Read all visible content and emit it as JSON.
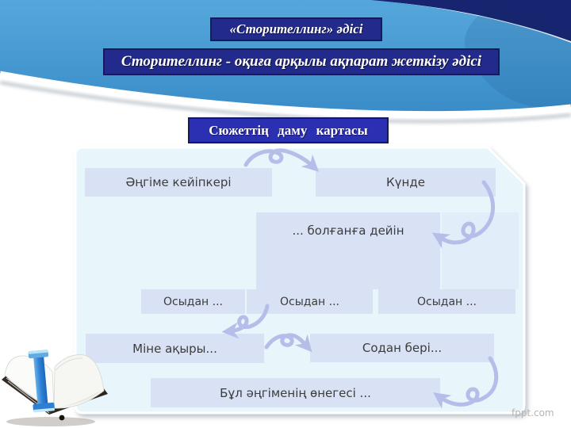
{
  "slide": {
    "banners": {
      "title": "«Сторителлинг»  әдісі",
      "subtitle": "Сторителлинг - оқиға арқылы ақпарат жеткізу әдісі",
      "map_title": "Сюжеттің  даму  картасы"
    },
    "diagram": {
      "hero": "Әңгіме кейіпкері",
      "kunde": "Күнде",
      "until": "... болғанға дейін",
      "osydan_1": "Осыдан ...",
      "osydan_2": "Осыдан ...",
      "osydan_3": "Осыдан ...",
      "mine_aqyry": "Міне ақыры...",
      "sodan_beri": "Содан бері...",
      "moral": "Бұл әңгіменің өнегесі ..."
    },
    "watermark": "fppt.com",
    "colors": {
      "header_blue": "#4299d3",
      "header_navy": "#17246f",
      "banner_bg": "#222a8c",
      "banner_border": "#141a5e",
      "map_title_bg": "#2b2fb2",
      "panel_bg": "#e8f6fb",
      "box_fill": "#d9e2f5",
      "box_text": "#3c3c3c",
      "arrow": "#b6bde9",
      "ribbon_blue": "#2d7fd6",
      "watermark_gray": "#b5b5b5"
    }
  }
}
